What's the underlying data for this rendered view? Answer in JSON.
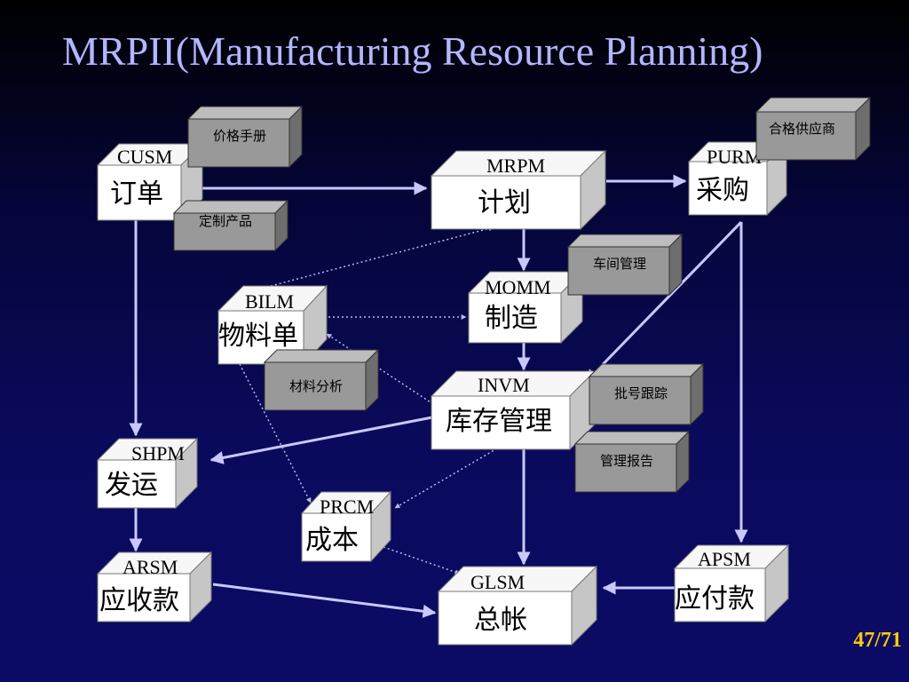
{
  "title": "MRPII(Manufacturing Resource Planning)",
  "page_number": "47/71",
  "modules": {
    "cusm": {
      "code": "CUSM",
      "name": "订单"
    },
    "mrpm": {
      "code": "MRPM",
      "name": "计划"
    },
    "purm": {
      "code": "PURM",
      "name": "采购"
    },
    "momm": {
      "code": "MOMM",
      "name": "制造"
    },
    "bilm": {
      "code": "BILM",
      "name": "物料单"
    },
    "invm": {
      "code": "INVM",
      "name": "库存管理"
    },
    "shpm": {
      "code": "SHPM",
      "name": "发运"
    },
    "prcm": {
      "code": "PRCM",
      "name": "成本"
    },
    "arsm": {
      "code": "ARSM",
      "name": "应收款"
    },
    "glsm": {
      "code": "GLSM",
      "name": "总帐"
    },
    "apsm": {
      "code": "APSM",
      "name": "应付款"
    }
  },
  "tags": {
    "price_manual": "价格手册",
    "custom_product": "定制产品",
    "qualified_supplier": "合格供应商",
    "shop_floor": "车间管理",
    "material_analysis": "材料分析",
    "batch_tracking": "批号跟踪",
    "management_report": "管理报告"
  },
  "colors": {
    "title": "#b4b6ff",
    "page_number": "#ffcc00",
    "module_face": "#ffffff",
    "tag_face": "#999999",
    "arrow": "#c8c8ff"
  }
}
